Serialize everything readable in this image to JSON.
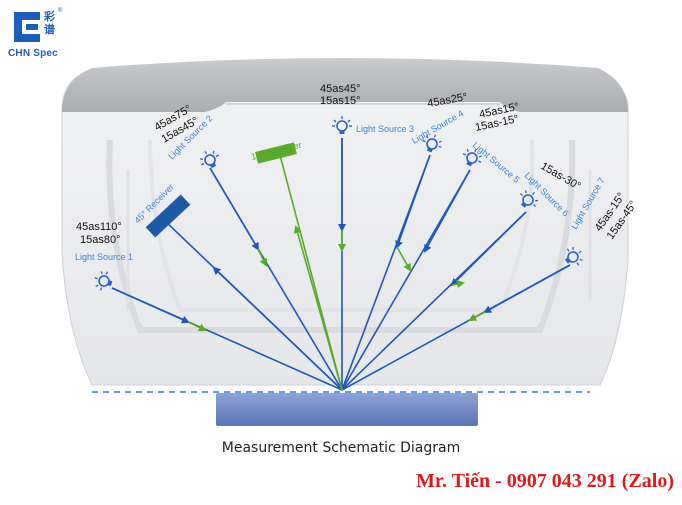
{
  "logo": {
    "chinese_text": "彩谱",
    "registered": "®",
    "brand": "CHN Spec"
  },
  "caption": "Measurement Schematic Diagram",
  "contact": "Mr. Tiến - 0907 043 291 (Zalo)",
  "colors": {
    "sources": "#2a62c6",
    "source_label": "#3d86d3",
    "receiver_green": "#5aaa2c",
    "receiver_45": "#1f5aa6",
    "contact_red": "#e01a1a"
  },
  "sources": [
    {
      "name": "Light Source 1",
      "angles": [
        "45as110°",
        "15as80°"
      ]
    },
    {
      "name": "Light Source 2",
      "angles": [
        "45as75°",
        "15as45°"
      ]
    },
    {
      "name": "Light Source 3",
      "angles": [
        "45as45°",
        "15as15°"
      ]
    },
    {
      "name": "Light Source 4",
      "angles": [
        "45as25°"
      ]
    },
    {
      "name": "Light Source 5",
      "angles": [
        "45as15°",
        "15as-15°"
      ]
    },
    {
      "name": "Light Source 6",
      "angles": [
        "15as-30°"
      ]
    },
    {
      "name": "Light Source 7",
      "angles": [
        "45as-15°",
        "15as-45°"
      ]
    }
  ],
  "receivers": [
    {
      "name": "45° Receiver"
    },
    {
      "name": "15° Receiver"
    }
  ]
}
